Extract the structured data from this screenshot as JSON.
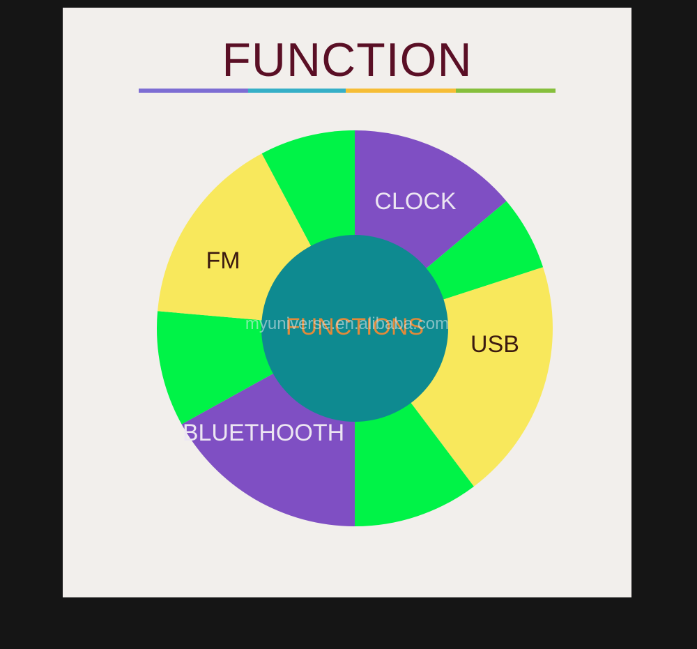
{
  "title": "FUNCTION",
  "colors": {
    "frame": "#151515",
    "panel": "#f2efec",
    "title": "#5a0f25",
    "title_bar": [
      "#7d6dd3",
      "#36afc7",
      "#f6bd36",
      "#86bf3c"
    ],
    "green": "#00f347",
    "purple": "#7f4fc3",
    "yellow": "#f8e85c",
    "center": "#0e8a90",
    "center_text": "#e28a3a",
    "light_label": "#ece6f2",
    "dark_label": "#3b1a10",
    "watermark": "#e6ecef"
  },
  "center_label": "FUNCTIONS",
  "watermark": "myuniverse.en.alibaba.com",
  "segments": [
    {
      "label": "CLOCK",
      "fill": "purple",
      "label_color": "light",
      "start": 0,
      "end": 50
    },
    {
      "label": "",
      "fill": "green",
      "label_color": "light",
      "start": 50,
      "end": 72
    },
    {
      "label": "USB",
      "fill": "yellow",
      "label_color": "dark",
      "start": 72,
      "end": 143
    },
    {
      "label": "",
      "fill": "green",
      "label_color": "light",
      "start": 143,
      "end": 180
    },
    {
      "label": "BLUETHOOTH",
      "fill": "purple",
      "label_color": "light",
      "start": 180,
      "end": 241
    },
    {
      "label": "",
      "fill": "green",
      "label_color": "light",
      "start": 241,
      "end": 275
    },
    {
      "label": "FM",
      "fill": "yellow",
      "label_color": "dark",
      "start": 275,
      "end": 332
    },
    {
      "label": "",
      "fill": "green",
      "label_color": "light",
      "start": 332,
      "end": 360
    }
  ]
}
